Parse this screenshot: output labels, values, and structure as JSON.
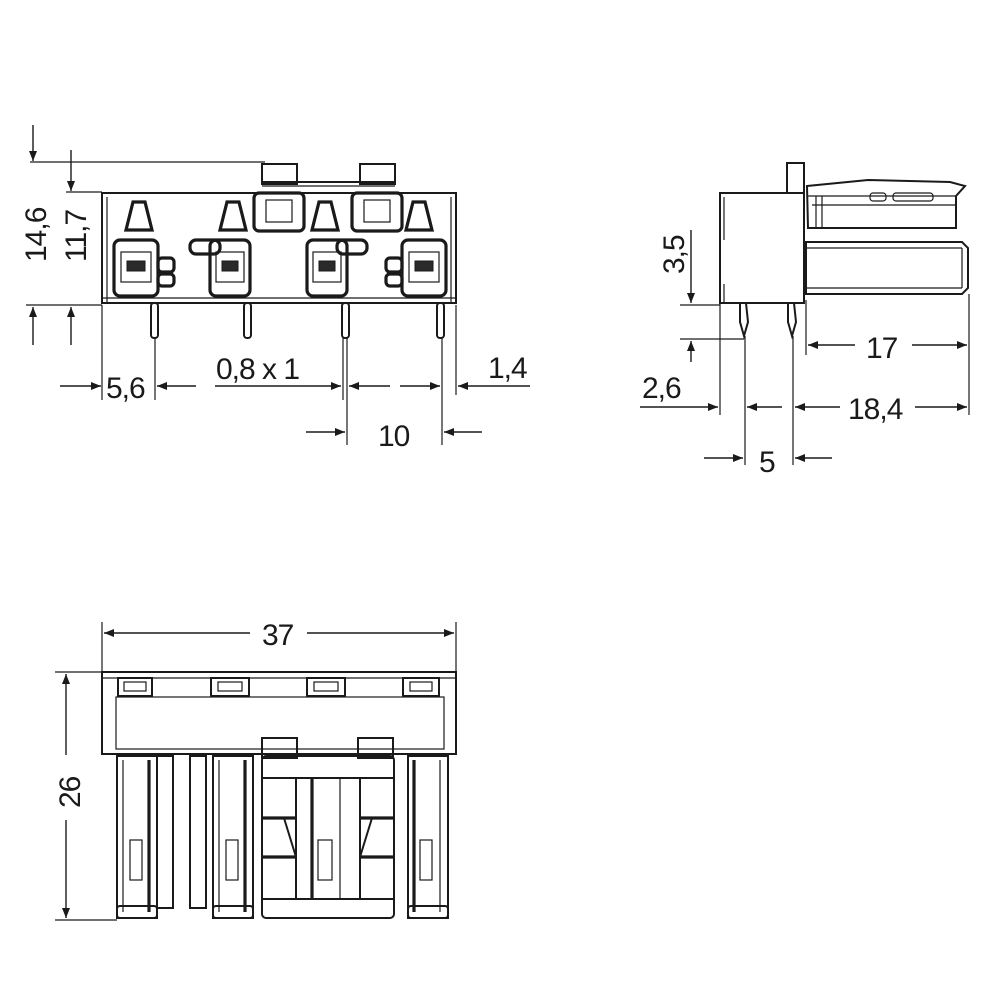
{
  "drawing": {
    "type": "technical dimension drawing",
    "units": "mm",
    "views": [
      {
        "name": "front view",
        "position": "top-left"
      },
      {
        "name": "side view",
        "position": "top-right"
      },
      {
        "name": "bottom view",
        "position": "bottom-left"
      }
    ]
  },
  "front_view": {
    "dims": {
      "overall_height": "14,6",
      "body_height": "11,7",
      "first_pin_offset": "5,6",
      "pin_section": "0,8 x 1",
      "edge_offset": "1,4",
      "pin_pitch": "10"
    },
    "pin_count": 4
  },
  "side_view": {
    "dims": {
      "pin_length": "3,5",
      "rear_offset": "2,6",
      "pin_row_spacing": "5",
      "plug_depth": "17",
      "overall_depth": "18,4"
    }
  },
  "bottom_view": {
    "dims": {
      "width": "37",
      "depth": "26"
    },
    "window_count": 4
  }
}
